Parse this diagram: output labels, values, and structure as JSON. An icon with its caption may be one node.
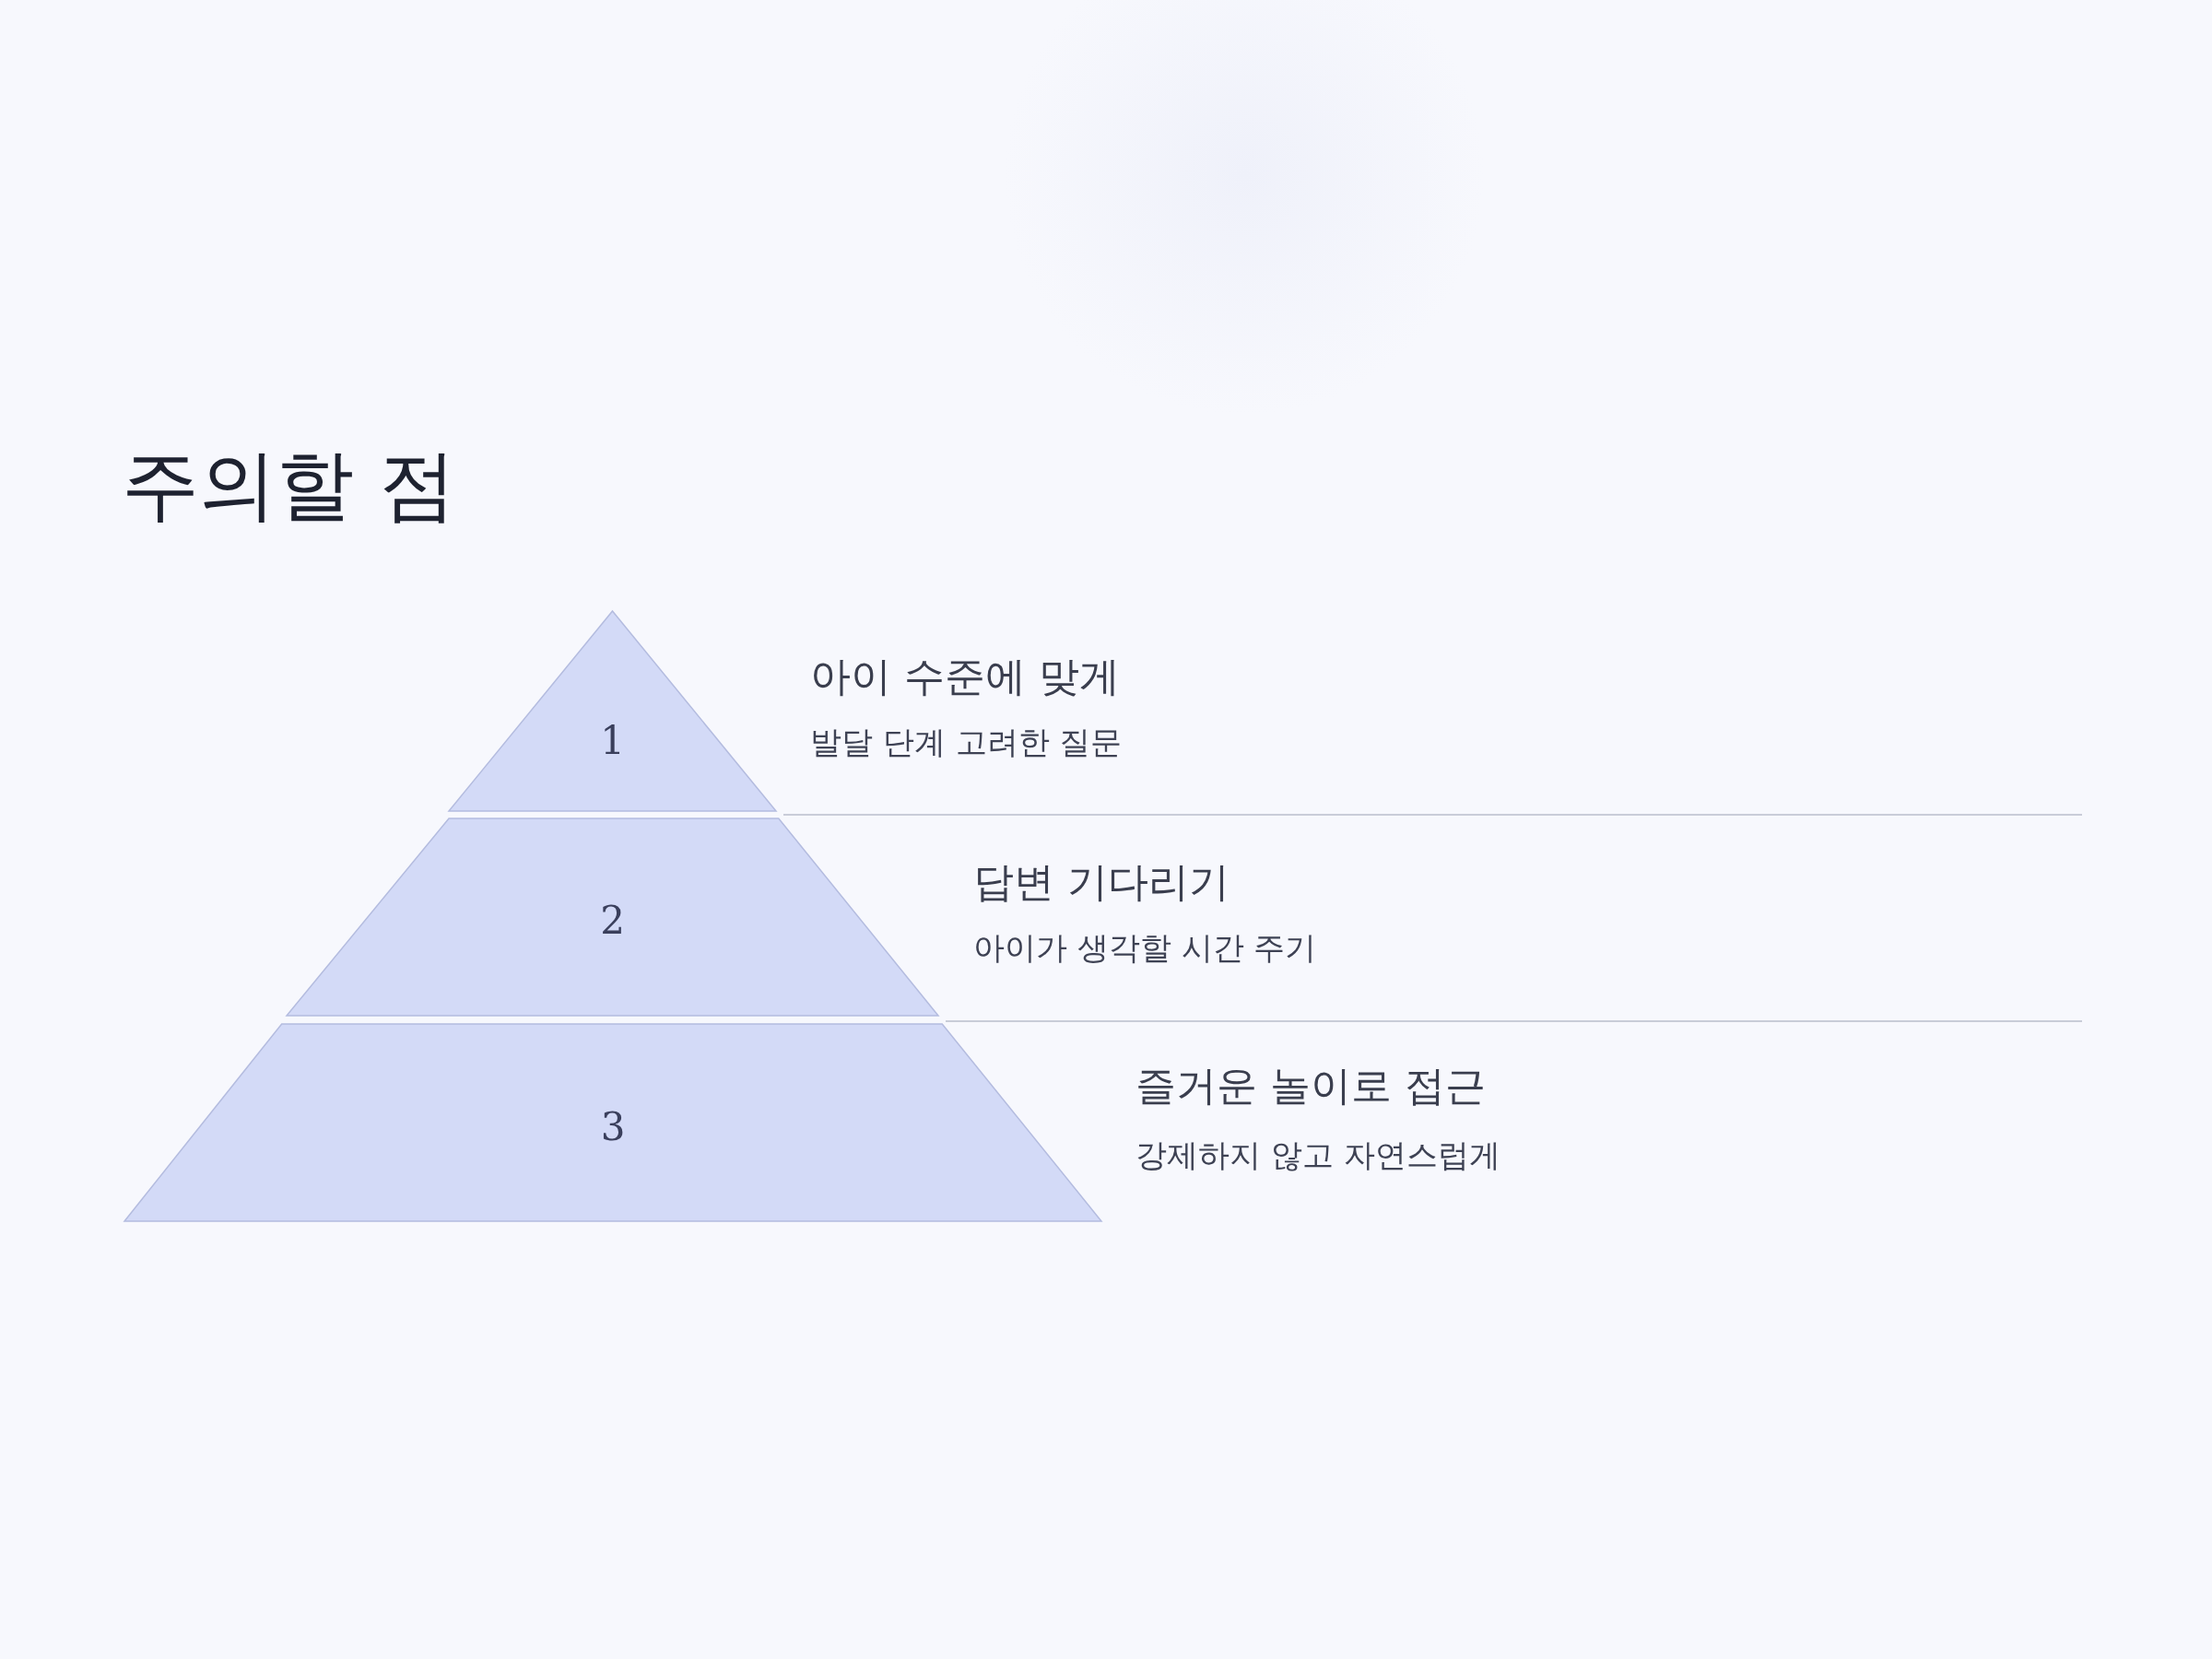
{
  "diagram": {
    "title": "주의할 점",
    "nodes": [
      {
        "text": [
          "1"
        ],
        "beside": [
          "아이 수준에 맞게",
          "발달 단계 고려한 질문"
        ]
      },
      {
        "text": [
          "2"
        ],
        "beside": [
          "답변 기다리기",
          "아이가 생각할 시간 주기"
        ]
      },
      {
        "text": [
          "3"
        ],
        "beside": [
          "즐거운 놀이로 접근",
          "강제하지 않고 자연스럽게"
        ]
      }
    ]
  }
}
